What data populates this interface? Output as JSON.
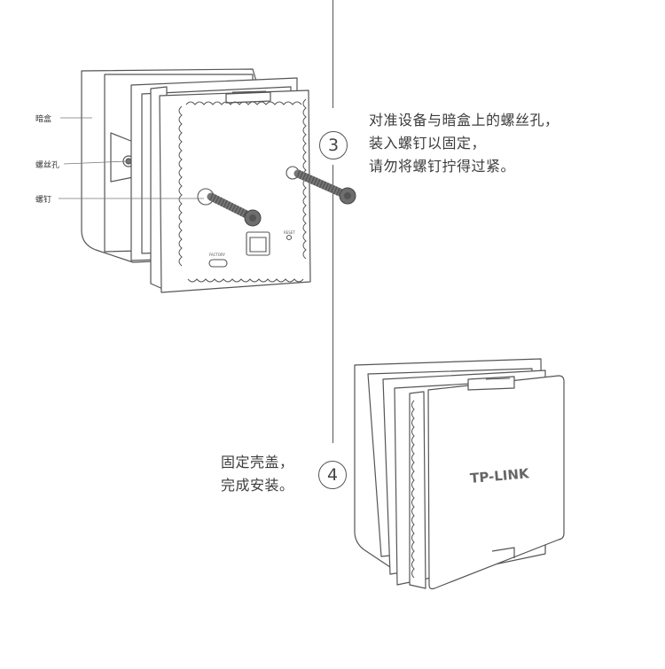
{
  "labels": {
    "box": "暗盒",
    "hole": "螺丝孔",
    "screw": "螺钉",
    "reset": "RESET",
    "factory": "FACTORY"
  },
  "step3": {
    "number": "3",
    "line1": "对准设备与暗盒上的螺丝孔，",
    "line2": "装入螺钉以固定，",
    "line3": "请勿将螺钉拧得过紧。"
  },
  "step4": {
    "number": "4",
    "line1": "固定壳盖，",
    "line2": "完成安装。"
  },
  "brand": "TP-LINK",
  "colors": {
    "stroke": "#555555",
    "screw": "#6e6e6e",
    "text": "#3c3c3c"
  }
}
